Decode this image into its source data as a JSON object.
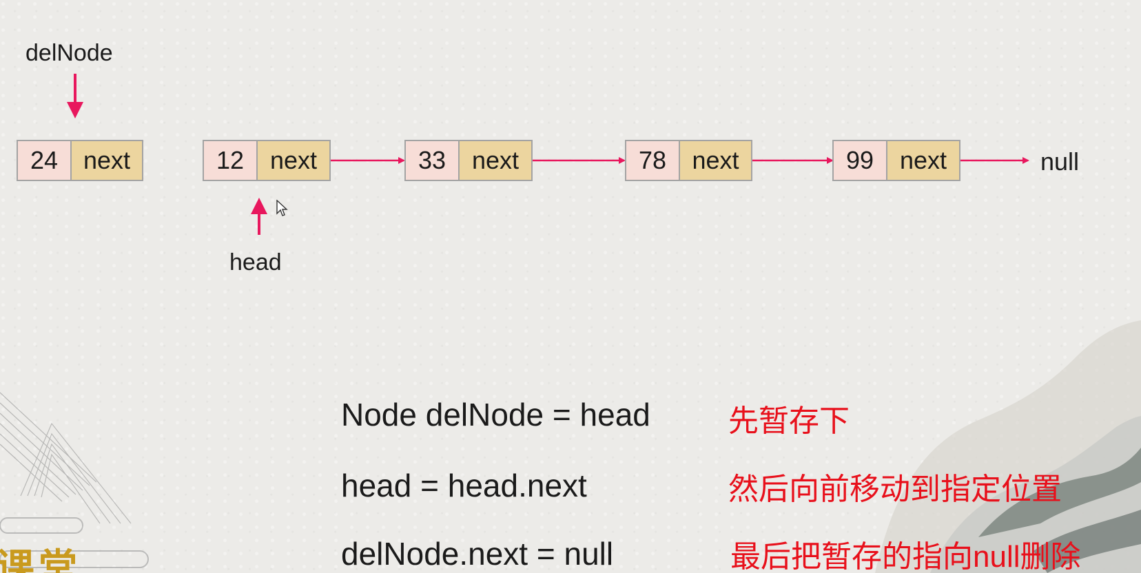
{
  "diagram": {
    "pointers": {
      "del_node": "delNode",
      "head": "head"
    },
    "nodes": [
      {
        "value": "24",
        "next": "next"
      },
      {
        "value": "12",
        "next": "next"
      },
      {
        "value": "33",
        "next": "next"
      },
      {
        "value": "78",
        "next": "next"
      },
      {
        "value": "99",
        "next": "next"
      }
    ],
    "terminal": "null",
    "arrow_color": "#e8175d"
  },
  "steps": [
    {
      "code": "Node delNode = head",
      "note": "先暂存下"
    },
    {
      "code": "head = head.next",
      "note": "然后向前移动到指定位置"
    },
    {
      "code": "delNode.next = null",
      "note": "最后把暂存的指向null删除"
    }
  ],
  "colors": {
    "value_cell": "#f7ddd7",
    "next_cell": "#ecd59f",
    "note_text": "#e8101b"
  },
  "decor": {
    "logo_fragment": "课堂"
  }
}
